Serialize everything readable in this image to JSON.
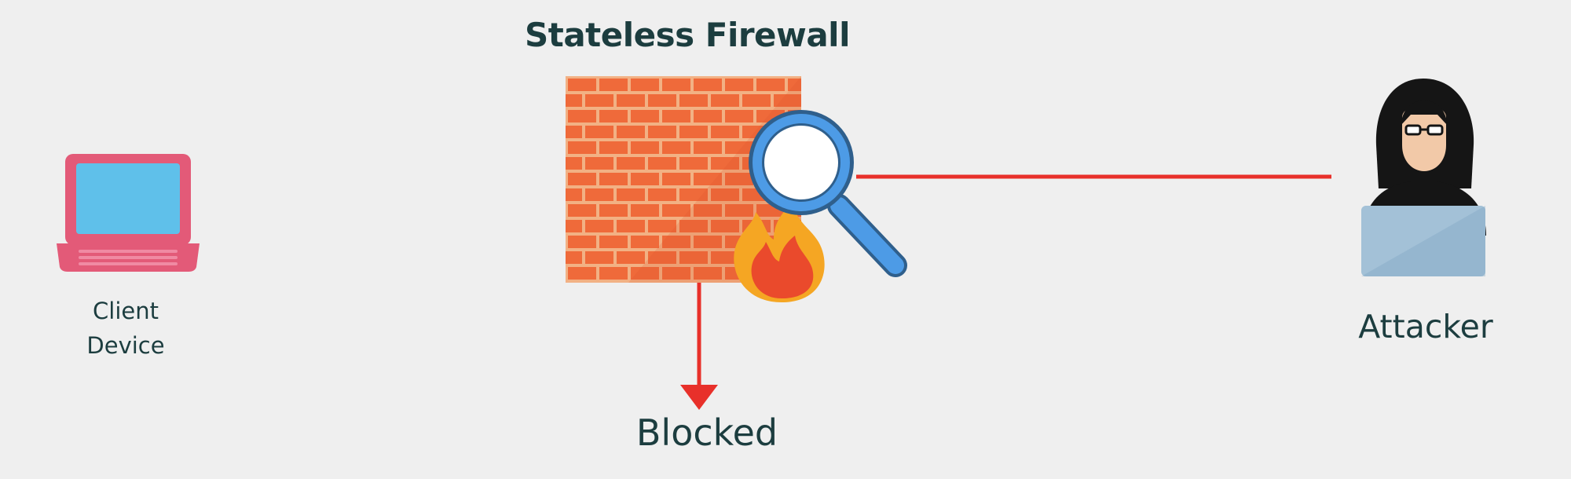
{
  "diagram": {
    "firewall_title": "Stateless Firewall",
    "client_label_line1": "Client",
    "client_label_line2": "Device",
    "attacker_label": "Attacker",
    "blocked_label": "Blocked"
  },
  "icons": {
    "client": "laptop-icon",
    "firewall": "brick-wall-icon",
    "flame": "flame-icon",
    "inspector": "magnifying-glass-icon",
    "attacker": "hooded-hacker-icon"
  },
  "colors": {
    "background": "#efefef",
    "connection_line": "#e8302a",
    "brick": "#ef6a3a",
    "mortar": "#f2b184",
    "laptop_body": "#e35a78",
    "laptop_screen": "#5fc0ea",
    "magnifier_ring": "#3f8fd8",
    "text": "#1c3d3f"
  }
}
